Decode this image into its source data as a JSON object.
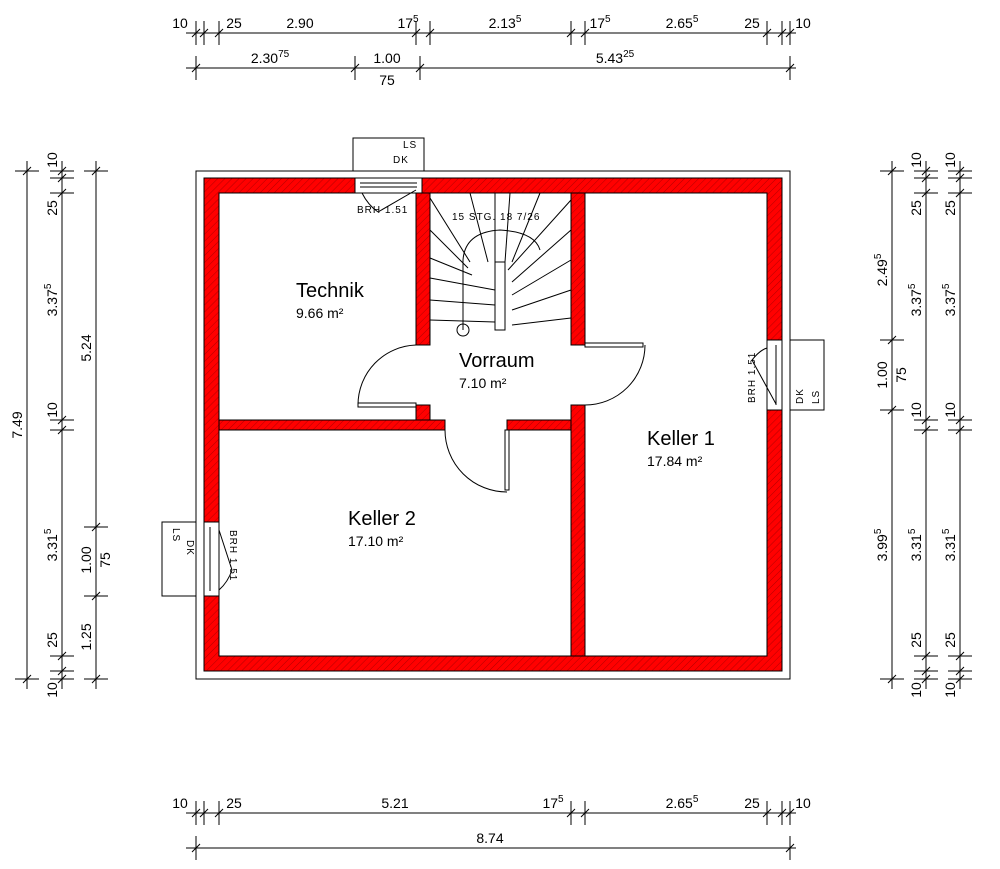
{
  "colors": {
    "wall": "#ff0000",
    "line": "#000000"
  },
  "rooms": [
    {
      "name": "Technik",
      "area": "9.66 m²"
    },
    {
      "name": "Vorraum",
      "area": "7.10 m²"
    },
    {
      "name": "Keller 1",
      "area": "17.84 m²"
    },
    {
      "name": "Keller 2",
      "area": "17.10 m²"
    }
  ],
  "stair": {
    "label": "15 STG. 18 7/26"
  },
  "windows": [
    {
      "brh": "BRH 1.51",
      "type1": "LS",
      "type2": "DK"
    },
    {
      "brh": "BRH 1.51",
      "type1": "DK",
      "type2": "LS"
    },
    {
      "brh": "BRH 1.51",
      "type1": "LS",
      "type2": "DK"
    }
  ],
  "dimensions": {
    "top_row1": [
      {
        "m": "10",
        "s": ""
      },
      {
        "m": "25",
        "s": ""
      },
      {
        "m": "2.90",
        "s": ""
      },
      {
        "m": "17",
        "s": "5"
      },
      {
        "m": "2.13",
        "s": "5"
      },
      {
        "m": "17",
        "s": "5"
      },
      {
        "m": "2.65",
        "s": "5"
      },
      {
        "m": "25",
        "s": ""
      },
      {
        "m": "10",
        "s": ""
      }
    ],
    "top_row2": [
      {
        "m": "2.30",
        "s": "75"
      },
      {
        "m": "1.00",
        "s": ""
      },
      {
        "m": "75",
        "s": ""
      },
      {
        "m": "5.43",
        "s": "25"
      }
    ],
    "bottom_row1": [
      {
        "m": "10",
        "s": ""
      },
      {
        "m": "25",
        "s": ""
      },
      {
        "m": "5.21",
        "s": ""
      },
      {
        "m": "17",
        "s": "5"
      },
      {
        "m": "2.65",
        "s": "5"
      },
      {
        "m": "25",
        "s": ""
      },
      {
        "m": "10",
        "s": ""
      }
    ],
    "bottom_row2": [
      {
        "m": "8.74",
        "s": ""
      }
    ],
    "left_outer": [
      {
        "m": "7.49",
        "s": ""
      }
    ],
    "left_mid": [
      {
        "m": "10",
        "s": ""
      },
      {
        "m": "25",
        "s": ""
      },
      {
        "m": "3.37",
        "s": "5"
      },
      {
        "m": "10",
        "s": ""
      },
      {
        "m": "3.31",
        "s": "5"
      },
      {
        "m": "25",
        "s": ""
      },
      {
        "m": "10",
        "s": ""
      }
    ],
    "left_inner": [
      {
        "m": "5.24",
        "s": ""
      },
      {
        "m": "1.00",
        "s": ""
      },
      {
        "m": "75",
        "s": ""
      },
      {
        "m": "1.25",
        "s": ""
      }
    ],
    "right_inner": [
      {
        "m": "2.49",
        "s": "5"
      },
      {
        "m": "1.00",
        "s": ""
      },
      {
        "m": "75",
        "s": ""
      },
      {
        "m": "3.99",
        "s": "5"
      }
    ],
    "right_mid": [
      {
        "m": "10",
        "s": ""
      },
      {
        "m": "25",
        "s": ""
      },
      {
        "m": "3.37",
        "s": "5"
      },
      {
        "m": "10",
        "s": ""
      },
      {
        "m": "3.31",
        "s": "5"
      },
      {
        "m": "25",
        "s": ""
      },
      {
        "m": "10",
        "s": ""
      }
    ],
    "right_outer": [
      {
        "m": "10",
        "s": ""
      },
      {
        "m": "25",
        "s": ""
      },
      {
        "m": "3.37",
        "s": "5"
      },
      {
        "m": "10",
        "s": ""
      },
      {
        "m": "3.31",
        "s": "5"
      },
      {
        "m": "25",
        "s": ""
      },
      {
        "m": "10",
        "s": ""
      }
    ]
  }
}
